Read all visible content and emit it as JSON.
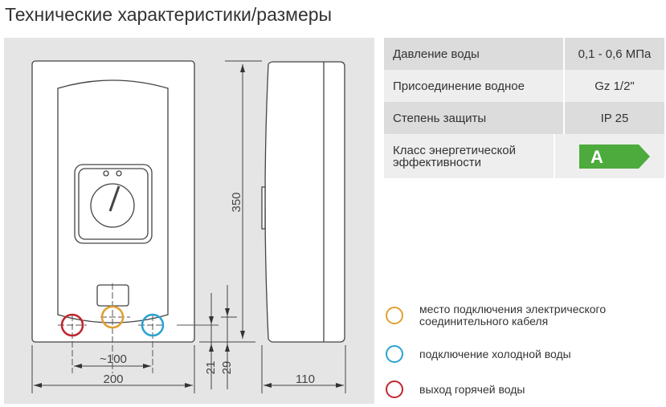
{
  "title": "Технические характеристики/размеры",
  "dimensions": {
    "height": "350",
    "width": "200",
    "depth": "110",
    "pipe_spacing": "~100",
    "offset_a": "21",
    "offset_b": "29"
  },
  "specs": [
    {
      "label": "Давление воды",
      "value": "0,1 - 0,6 МПа"
    },
    {
      "label": "Присоединение водное",
      "value": "Gz 1/2\""
    },
    {
      "label": "Степень защиты",
      "value": "IP 25"
    },
    {
      "label": "Класс энергетической эффективности",
      "value": "A"
    }
  ],
  "legend": [
    {
      "label": "место подключения электрического соединительного кабеля",
      "color": "#e0a030"
    },
    {
      "label": "подключение холодной воды",
      "color": "#2aa3d0"
    },
    {
      "label": "выход горячей воды",
      "color": "#c0262d"
    }
  ],
  "colors": {
    "energy_badge": "#4daa3d"
  }
}
